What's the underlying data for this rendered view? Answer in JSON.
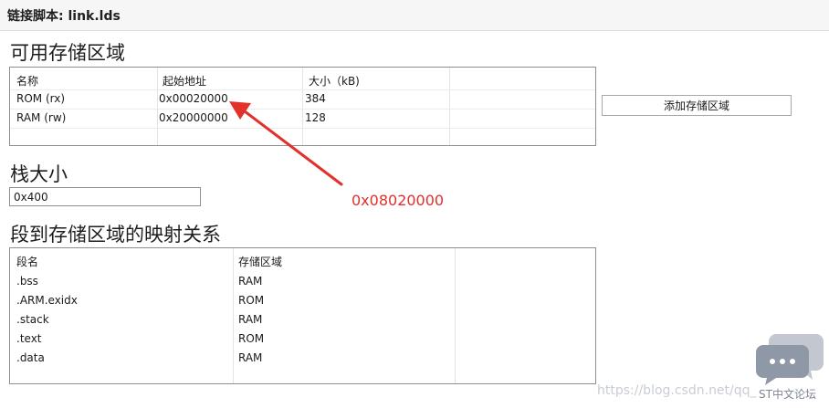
{
  "window": {
    "title": "链接脚本: link.lds"
  },
  "memory_section": {
    "heading": "可用存储区域",
    "columns": [
      "名称",
      "起始地址",
      "大小（kB)"
    ],
    "rows": [
      {
        "name": "ROM (rx)",
        "start": "0x00020000",
        "size": "384"
      },
      {
        "name": "RAM (rw)",
        "start": "0x20000000",
        "size": "128"
      }
    ],
    "add_button_label": "添加存储区域"
  },
  "stack_section": {
    "heading": "栈大小",
    "value": "0x400"
  },
  "mapping_section": {
    "heading": "段到存储区域的映射关系",
    "columns": [
      "段名",
      "存储区域"
    ],
    "rows": [
      {
        "segment": ".bss",
        "region": "RAM"
      },
      {
        "segment": ".ARM.exidx",
        "region": "ROM"
      },
      {
        "segment": ".stack",
        "region": "RAM"
      },
      {
        "segment": ".text",
        "region": "ROM"
      },
      {
        "segment": ".data",
        "region": "RAM"
      }
    ]
  },
  "annotation": {
    "text": "0x08020000",
    "color": "#e2302b"
  },
  "watermark": {
    "url_text": "https://blog.csdn.net/qq_",
    "brand_text": "ST中文论坛",
    "icon": "chat-bubbles-icon"
  }
}
